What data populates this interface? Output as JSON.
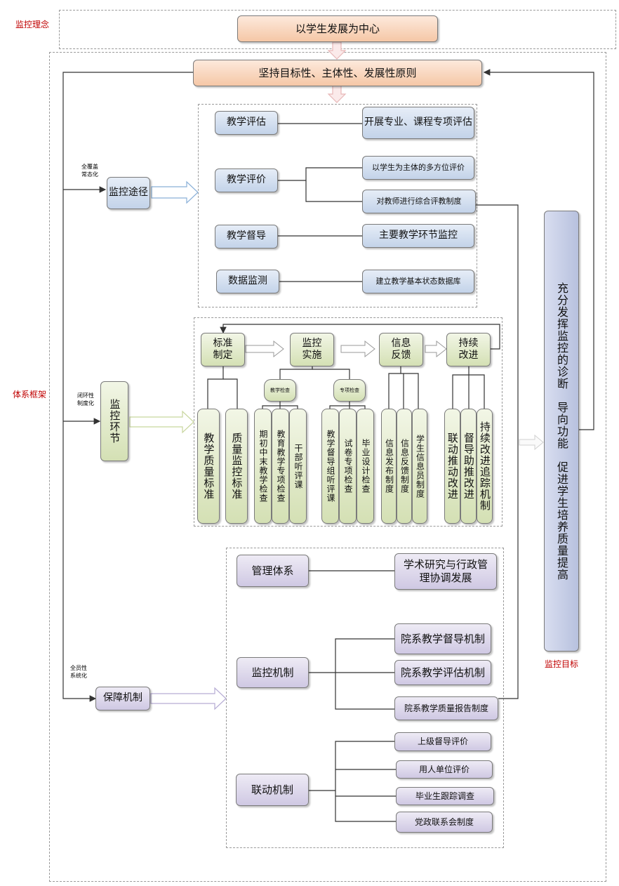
{
  "labels": {
    "concept": "监控理念",
    "framework": "体系框架",
    "goal": "监控目标",
    "full_coverage": "全覆盖\n常态化",
    "closed_loop": "闭环性\n制度化",
    "all_staff": "全员性\n系统化"
  },
  "center": "以学生发展为中心",
  "principle": "坚持目标性、主体性、发展性原则",
  "goal_box": "充分发挥监控的诊断　导向功能　促进学生培养质量提高",
  "pathway": {
    "title": "监控途径",
    "items": [
      {
        "name": "教学评估",
        "details": [
          "开展专业、课程专项评估"
        ]
      },
      {
        "name": "教学评价",
        "details": [
          "以学生为主体的多方位评价",
          "对教师进行综合评教制度"
        ]
      },
      {
        "name": "教学督导",
        "details": [
          "主要教学环节监控"
        ]
      },
      {
        "name": "数据监测",
        "details": [
          "建立教学基本状态数据库"
        ]
      }
    ]
  },
  "loop": {
    "title": "监控环节",
    "stages": [
      "标准制定",
      "监控实施",
      "信息反馈",
      "持续改进"
    ],
    "sub_groups": [
      "教学检查",
      "专项检查"
    ],
    "columns": {
      "standard": [
        "教学质量标准",
        "质量监控标准"
      ],
      "teaching_check": [
        "期初中末教学检查",
        "教育教学专项检查",
        "干部听评课"
      ],
      "special_check": [
        "教学督导组听评课",
        "试卷专项检查",
        "毕业设计检查"
      ],
      "feedback": [
        "信息发布制度",
        "信息反馈制度",
        "学生信息员制度"
      ],
      "improve": [
        "联动推动改进",
        "督导助推改进",
        "持续改进追踪机制"
      ]
    }
  },
  "guarantee": {
    "title": "保障机制",
    "management": {
      "name": "管理体系",
      "details": [
        "学术研究与行政管理协调发展"
      ]
    },
    "monitor": {
      "name": "监控机制",
      "details": [
        "院系教学督导机制",
        "院系教学评估机制",
        "院系教学质量报告制度"
      ]
    },
    "linkage": {
      "name": "联动机制",
      "details": [
        "上级督导评价",
        "用人单位评价",
        "毕业生跟踪调查",
        "党政联系会制度"
      ]
    }
  },
  "colors": {
    "label_red": "#c00000",
    "peach": "#f5c7a6",
    "blue": "#c3d3e9",
    "green": "#d4e0b4",
    "purple": "#cfc8e3",
    "goal_blue": "#c5cde3"
  }
}
